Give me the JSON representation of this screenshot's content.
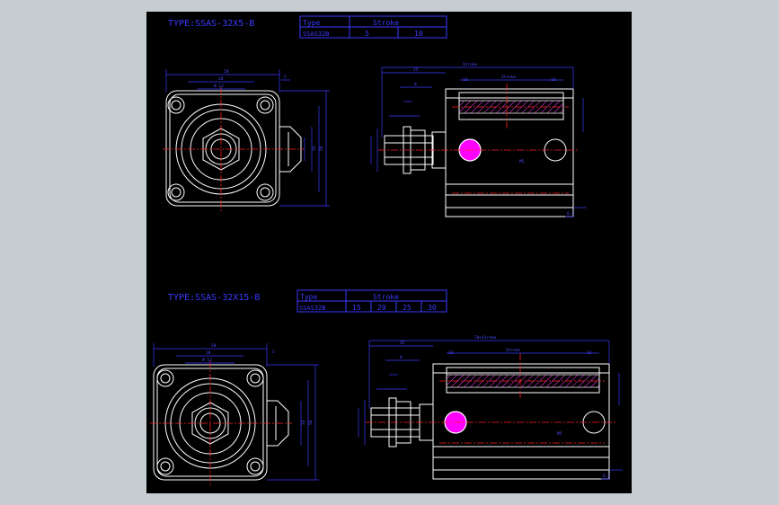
{
  "colors": {
    "window_bg": "#c7ccd1",
    "canvas_bg": "#000000",
    "outline": "#ffffff",
    "centerline": "#ff2020",
    "dimension": "#3a3aff",
    "port": "#ff00ff",
    "hatch": "#ff40ff"
  },
  "drawing_1": {
    "title": "TYPE:SSAS-32X5-B",
    "table": {
      "header_type": "Type",
      "header_stroke": "Stroke",
      "model": "SSAS32B",
      "strokes": [
        "5",
        "10"
      ]
    }
  },
  "drawing_2": {
    "title": "TYPE:SSAS-32X15-B",
    "table": {
      "header_type": "Type",
      "header_stroke": "Stroke",
      "model": "SSAS32B",
      "strokes": [
        "15",
        "20",
        "25",
        "30"
      ]
    }
  }
}
